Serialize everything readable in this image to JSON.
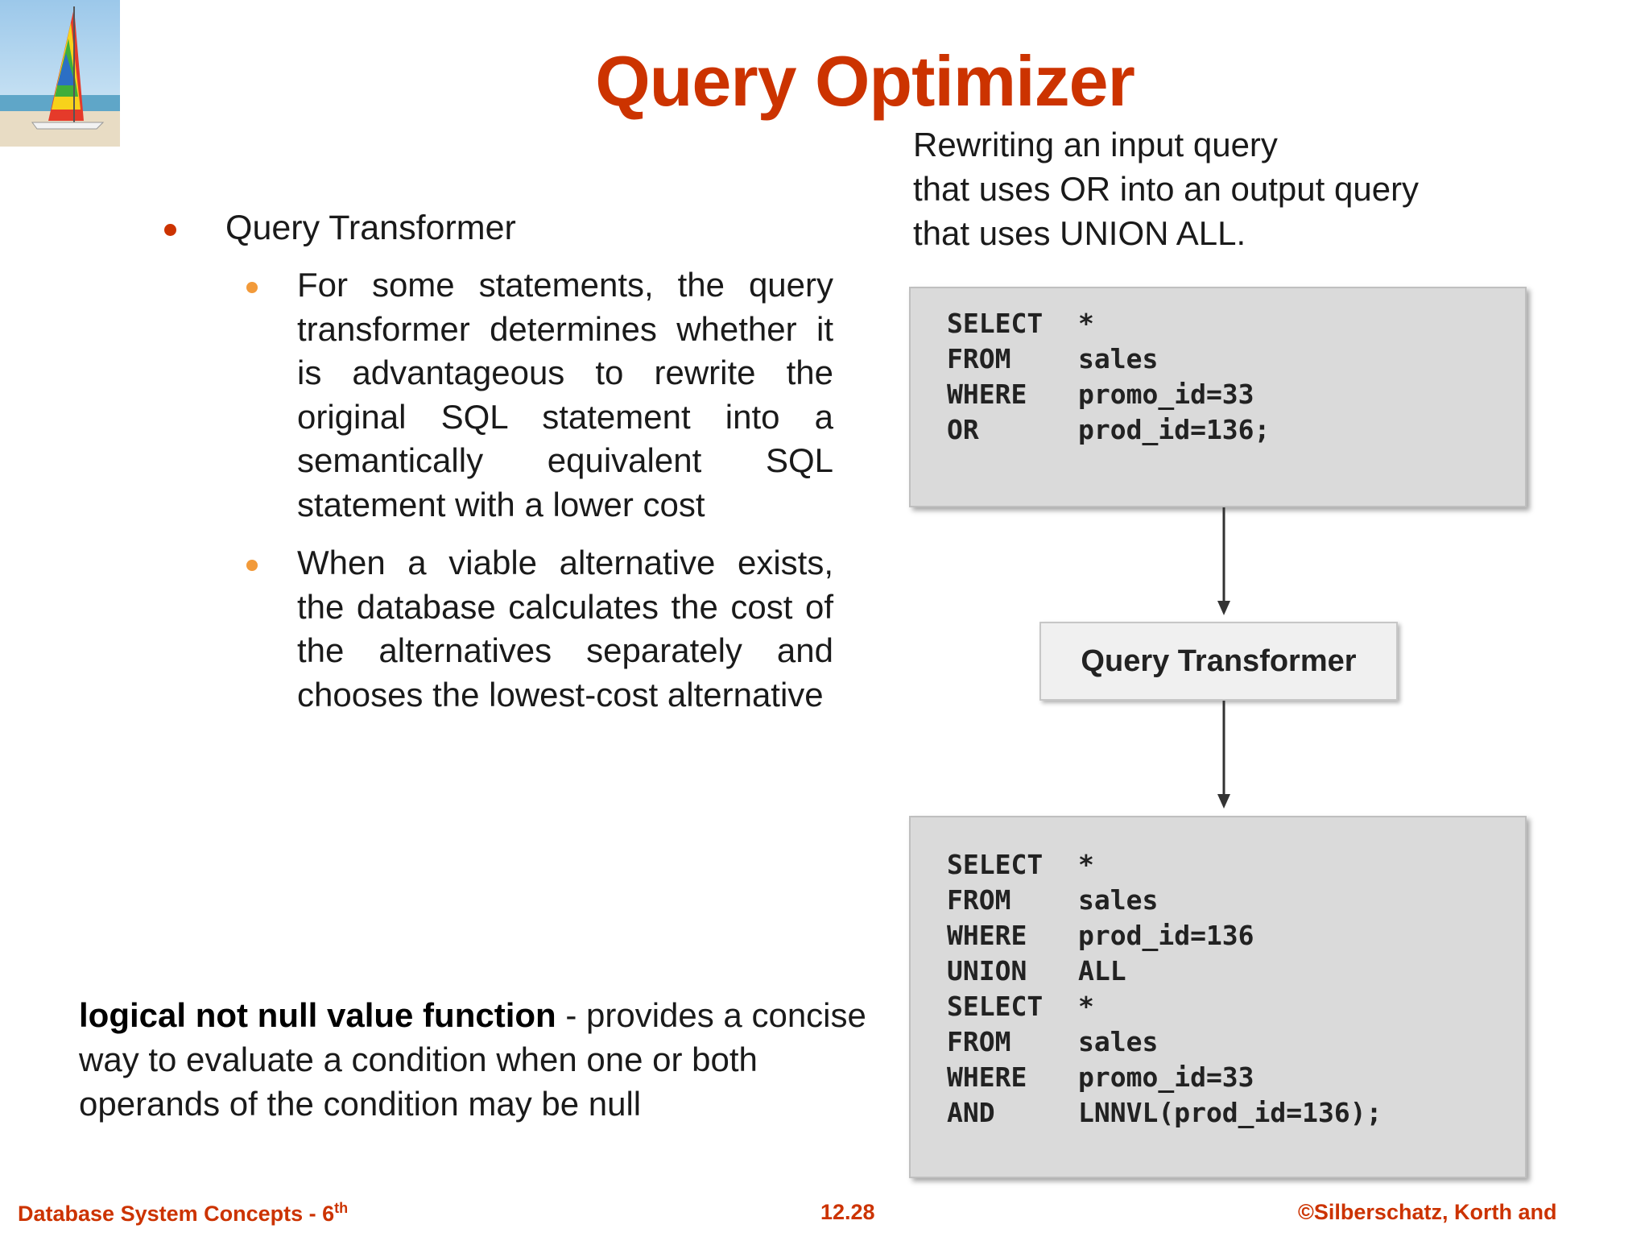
{
  "slide": {
    "title": "Query Optimizer",
    "caption": "Rewriting an input query\n that uses OR into an output query\nthat uses UNION ALL.",
    "bullet": "Query Transformer",
    "sub_bullets": [
      "For some statements, the query transformer determines whether it is advantageous to rewrite the original SQL statement into a semantically equivalent SQL statement with a lower cost",
      "When a viable alternative exists, the database calculates the cost of the alternatives separately and chooses the lowest-cost alternative"
    ],
    "note_bold": "logical not null value function",
    "note_rest": " - provides a concise way to evaluate a condition when one or both operands of the condition may be null"
  },
  "diagram": {
    "input_query": [
      {
        "kw": "SELECT",
        "val": "*"
      },
      {
        "kw": "FROM",
        "val": "sales"
      },
      {
        "kw": "WHERE",
        "val": "promo_id=33"
      },
      {
        "kw": "OR",
        "val": "prod_id=136;"
      }
    ],
    "transformer_label": "Query Transformer",
    "output_query": [
      {
        "kw": "SELECT",
        "val": "*"
      },
      {
        "kw": "FROM",
        "val": "sales"
      },
      {
        "kw": "WHERE",
        "val": "prod_id=136"
      },
      {
        "kw": "UNION",
        "val": "ALL"
      },
      {
        "kw": "SELECT",
        "val": "*"
      },
      {
        "kw": "FROM",
        "val": "sales"
      },
      {
        "kw": "WHERE",
        "val": "promo_id=33"
      },
      {
        "kw": "AND",
        "val": "LNNVL(prod_id=136);"
      }
    ]
  },
  "footer": {
    "left": "Database System Concepts - 6",
    "left_sup": "th",
    "center": "12.28",
    "right": "©Silberschatz, Korth and"
  },
  "colors": {
    "title": "#cc3300",
    "sub_bullet_dot": "#f29a3a",
    "box_fill": "#dadada"
  }
}
